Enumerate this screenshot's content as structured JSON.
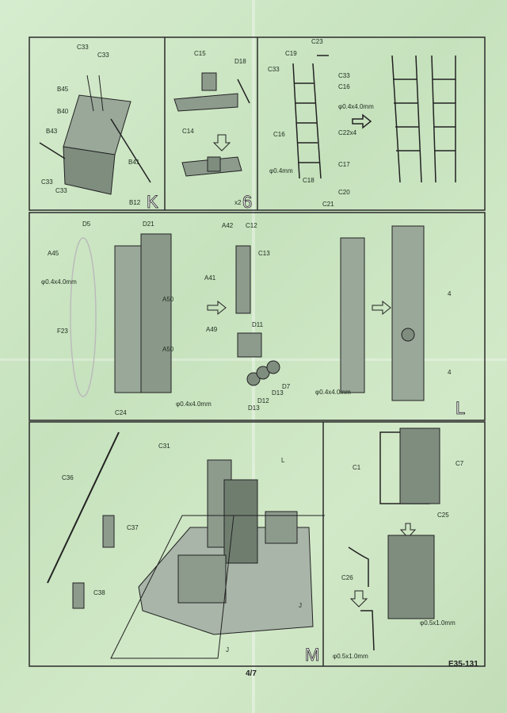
{
  "panels": {
    "K": {
      "letter": "K",
      "tag": "B12",
      "labels": [
        "C33",
        "C33",
        "B45",
        "B40",
        "B43",
        "C33",
        "C33",
        "B41"
      ]
    },
    "six": {
      "letter": "6",
      "mult": "x2",
      "labels": [
        "C15",
        "D18",
        "C14"
      ]
    },
    "ladder": {
      "labels": [
        "C23",
        "C19",
        "C33",
        "C33",
        "C16",
        "C16",
        "C22x4",
        "C17",
        "C18",
        "C20",
        "C21"
      ],
      "dims": [
        "φ0.4x4.0mm",
        "φ0.4mm"
      ]
    },
    "L": {
      "letter": "L",
      "labels": [
        "D5",
        "D21",
        "A45",
        "A42",
        "C12",
        "C13",
        "A41",
        "A50",
        "A50",
        "A49",
        "D11",
        "D7",
        "D13",
        "D12",
        "D13",
        "C24",
        "F23"
      ],
      "dims": [
        "φ0.4x4.0mm",
        "φ0.4x4.0mm",
        "φ0.4x4.0mm"
      ],
      "nums": [
        "4",
        "4"
      ]
    },
    "M": {
      "letter": "M",
      "labels": [
        "C31",
        "C36",
        "C37",
        "C38",
        "L",
        "J",
        "J"
      ]
    },
    "grille": {
      "labels": [
        "C1",
        "C7",
        "C25",
        "C26"
      ],
      "dims": [
        "φ0.5x1.0mm",
        "φ0.5x1.0mm"
      ]
    }
  },
  "footer": {
    "page": "4/7",
    "code": "E35-131"
  },
  "colors": {
    "background": "#cfe7c6",
    "line": "#2b2b2b"
  }
}
